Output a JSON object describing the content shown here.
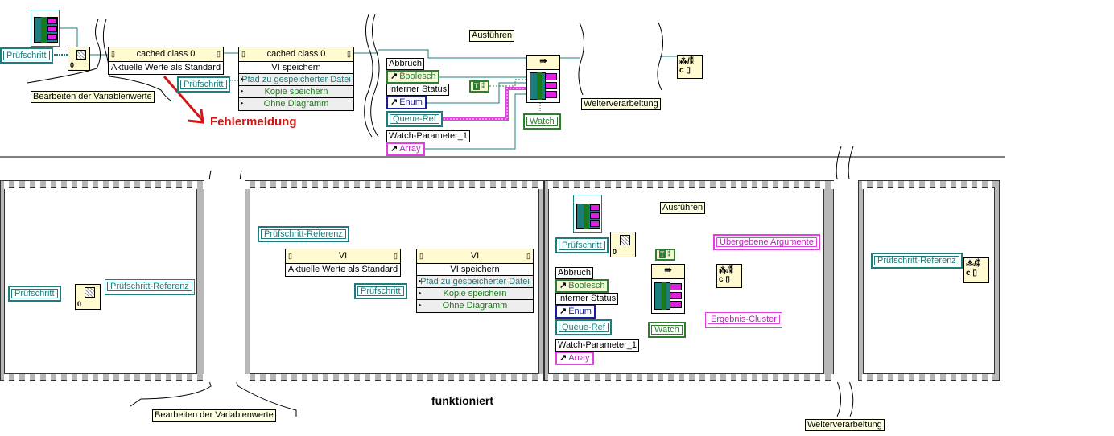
{
  "top": {
    "pruefschritt_label": "Prüfschritt",
    "pnode1": {
      "class": "cached class 0",
      "rows": [
        "Aktuelle Werte als Standard"
      ]
    },
    "pruefschritt2_label": "Prüfschritt",
    "pnode2": {
      "class": "cached class 0",
      "rows": [
        "VI speichern",
        "Pfad zu gespeicherter Datei",
        "Kopie speichern",
        "Ohne Diagramm"
      ]
    },
    "bearbeiten_label": "Bearbeiten der Variablenwerte",
    "fehlermeldung": "Fehlermeldung",
    "ausfuehren_label": "Ausführen",
    "abbruch": "Abbruch",
    "boolesch": "Boolesch",
    "interner_status": "Interner Status",
    "enum": "Enum",
    "queue_ref": "Queue-Ref",
    "watch_param": "Watch-Parameter_1",
    "array": "Array",
    "watch": "Watch",
    "weiterverarbeitung": "Weiterverarbeitung",
    "true_const": "T"
  },
  "bottom": {
    "frame1": {
      "pruefschritt": "Prüfschritt",
      "referenz": "Prüfschritt-Referenz"
    },
    "frame2": {
      "referenz": "Prüfschritt-Referenz",
      "pnode1": {
        "class": "VI",
        "rows": [
          "Aktuelle Werte als Standard"
        ]
      },
      "pruefschritt": "Prüfschritt",
      "pnode2": {
        "class": "VI",
        "rows": [
          "VI speichern",
          "Pfad zu gespeicherter Datei",
          "Kopie speichern",
          "Ohne Diagramm"
        ]
      }
    },
    "frame3": {
      "ausfuehren": "Ausführen",
      "pruefschritt": "Prüfschritt",
      "uebergebene": "Übergebene Argumente",
      "abbruch": "Abbruch",
      "boolesch": "Boolesch",
      "interner_status": "Interner Status",
      "enum": "Enum",
      "queue_ref": "Queue-Ref",
      "watch": "Watch",
      "ergebnis": "Ergebnis-Cluster",
      "watch_param": "Watch-Parameter_1",
      "array": "Array",
      "true_const": "T"
    },
    "frame4": {
      "referenz": "Prüfschritt-Referenz"
    },
    "bearbeiten_label": "Bearbeiten der Variablenwerte",
    "funktioniert": "funktioniert",
    "weiterverarbeitung": "Weiterverarbeitung"
  },
  "colors": {
    "refnum": "#1b7d7d",
    "cluster": "#e040e0",
    "bool": "#2f7d2f",
    "enum": "#1a1aa0",
    "error": "#d01818"
  }
}
